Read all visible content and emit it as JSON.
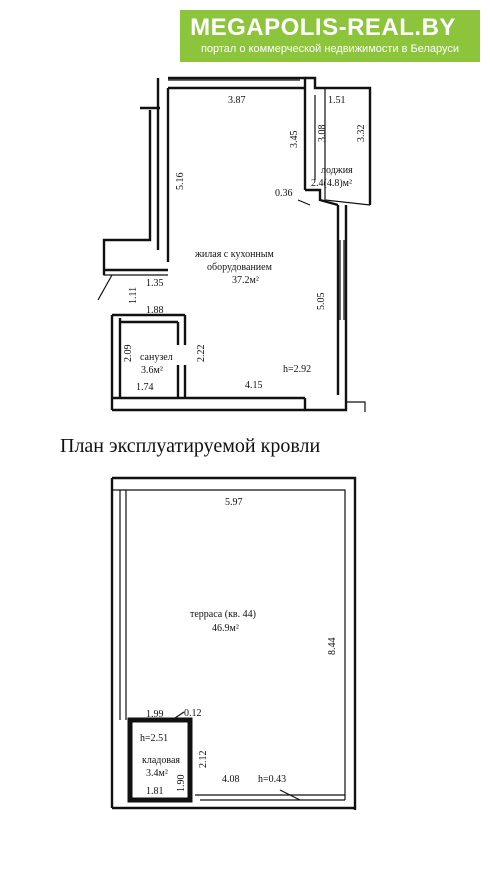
{
  "banner": {
    "title": "MEGAPOLIS-REAL.BY",
    "subtitle": "портал о коммерческой недвижимости в Беларуси",
    "color": "#8cc43c"
  },
  "floor_plan": {
    "dimensions": {
      "d387": "3.87",
      "d151": "1.51",
      "d345": "3.45",
      "d308": "3.08",
      "d332": "3.32",
      "d516": "5.16",
      "d036": "0.36",
      "d135": "1.35",
      "d111": "1.11",
      "d505": "5.05",
      "d188": "1.88",
      "d209": "2.09",
      "d222": "2.22",
      "d174": "1.74",
      "d415": "4.15",
      "h292": "h=2.92"
    },
    "rooms": {
      "living_line1": "жилая с кухонным",
      "living_line2": "оборудованием",
      "living_area": "37.2м²",
      "loggia_name": "лоджия",
      "loggia_area": "2.4(4.8)м²",
      "bathroom_name": "санузел",
      "bathroom_area": "3.6м²"
    }
  },
  "roof_plan": {
    "heading": "План эксплуатируемой кровли",
    "dimensions": {
      "d597": "5.97",
      "d844": "8.44",
      "d199": "1.99",
      "d012": "0.12",
      "h251": "h=2.51",
      "d212": "2.12",
      "d190": "1.90",
      "d181": "1.81",
      "d408": "4.08",
      "h043": "h=0.43"
    },
    "rooms": {
      "terrace_name": "терраса (кв. 44)",
      "terrace_area": "46.9м²",
      "storage_name": "кладовая",
      "storage_area": "3.4м²"
    }
  }
}
